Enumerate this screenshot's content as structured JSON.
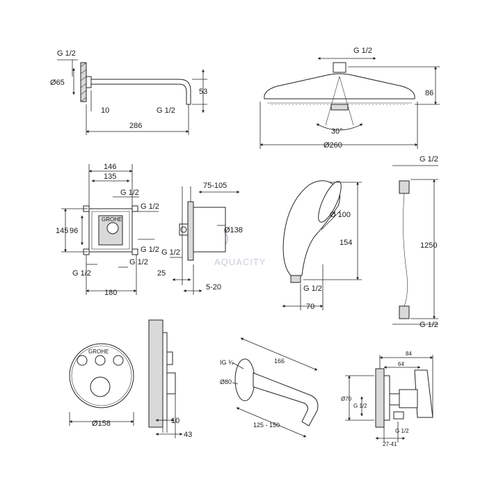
{
  "watermark": "AQUACITY",
  "shower_arm": {
    "thread_top": "G 1/2",
    "dia": "Ø65",
    "depth": "10",
    "thread_end": "G 1/2",
    "length": "286",
    "drop": "53"
  },
  "head_shower": {
    "thread": "G 1/2",
    "height": "86",
    "angle": "30°",
    "dia": "Ø260"
  },
  "body_front": {
    "w1": "146",
    "w2": "135",
    "h1": "145",
    "h2": "96",
    "thread_tr": "G 1/2",
    "thread_r": "G 1/2",
    "thread_rl": "G 1/2",
    "thread_bl": "G 1/2",
    "thread_br": "G 1/2",
    "width": "180",
    "logo": "GROHE"
  },
  "body_side": {
    "depth_range": "75-105",
    "dia": "Ø138",
    "thread": "G 1/2",
    "d25": "25",
    "d520": "5-20"
  },
  "hand_shower": {
    "dia": "Ø 100",
    "length": "154",
    "thread": "G 1/2",
    "d70": "70"
  },
  "hose": {
    "thread_top": "G 1/2",
    "length": "1250",
    "thread_bottom": "G 1/2"
  },
  "control_plate": {
    "dia": "Ø158",
    "logo": "GROHE",
    "d10": "10",
    "d43": "43"
  },
  "spout": {
    "thread": "IG ¾",
    "dia": "Ø80",
    "length": "166",
    "range": "125 - 150"
  },
  "wall_union": {
    "d84": "84",
    "d64": "64",
    "dia": "Ø70",
    "thread": "G 1/2",
    "thread_bottom": "G 1/2",
    "range": "27-41"
  }
}
